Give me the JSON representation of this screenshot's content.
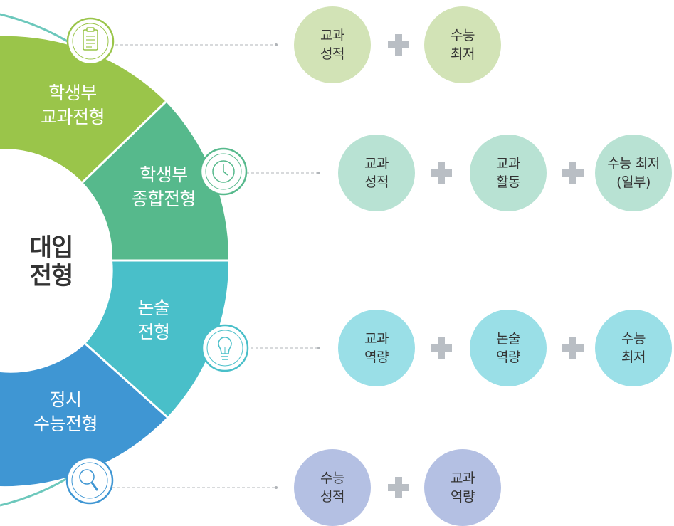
{
  "diagram": {
    "center": {
      "line1": "대입",
      "line2": "전형"
    },
    "categories": [
      {
        "id": "gyogwa",
        "label_line1": "학생부",
        "label_line2": "교과전형",
        "color": "#9ac54a",
        "icon": "clipboard-icon",
        "bubble_color": "#d2e3b6",
        "components": [
          {
            "line1": "교과",
            "line2": "성적"
          },
          {
            "line1": "수능",
            "line2": "최저"
          }
        ]
      },
      {
        "id": "jonghap",
        "label_line1": "학생부",
        "label_line2": "종합전형",
        "color": "#56b98c",
        "icon": "clock-icon",
        "bubble_color": "#b8e2d3",
        "components": [
          {
            "line1": "교과",
            "line2": "성적"
          },
          {
            "line1": "교과",
            "line2": "활동"
          },
          {
            "line1": "수능 최저",
            "line2": "(일부)"
          }
        ]
      },
      {
        "id": "nonsul",
        "label_line1": "논술",
        "label_line2": "전형",
        "color": "#49bfc9",
        "icon": "lightbulb-icon",
        "bubble_color": "#9adfe7",
        "components": [
          {
            "line1": "교과",
            "line2": "역량"
          },
          {
            "line1": "논술",
            "line2": "역량"
          },
          {
            "line1": "수능",
            "line2": "최저"
          }
        ]
      },
      {
        "id": "jeongsi",
        "label_line1": "정시",
        "label_line2": "수능전형",
        "color": "#3f96d3",
        "icon": "magnifier-icon",
        "bubble_color": "#b4c0e3",
        "components": [
          {
            "line1": "수능",
            "line2": "성적"
          },
          {
            "line1": "교과",
            "line2": "역량"
          }
        ]
      }
    ],
    "colors": {
      "ring": "#6cc8bc",
      "connector": "#b0b4b8",
      "plus": "#b9bec4",
      "center_text": "#333333"
    }
  }
}
